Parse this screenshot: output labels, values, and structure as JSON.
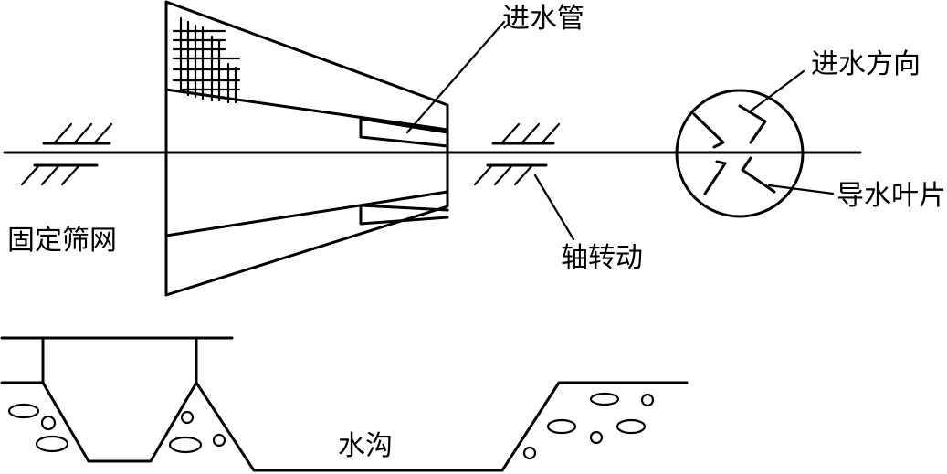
{
  "labels": {
    "inlet_pipe": "进水管",
    "inlet_direction": "进水方向",
    "fixed_screen": "固定筛网",
    "guide_vanes": "导水叶片",
    "shaft_rotation": "轴转动",
    "ditch": "水沟"
  }
}
